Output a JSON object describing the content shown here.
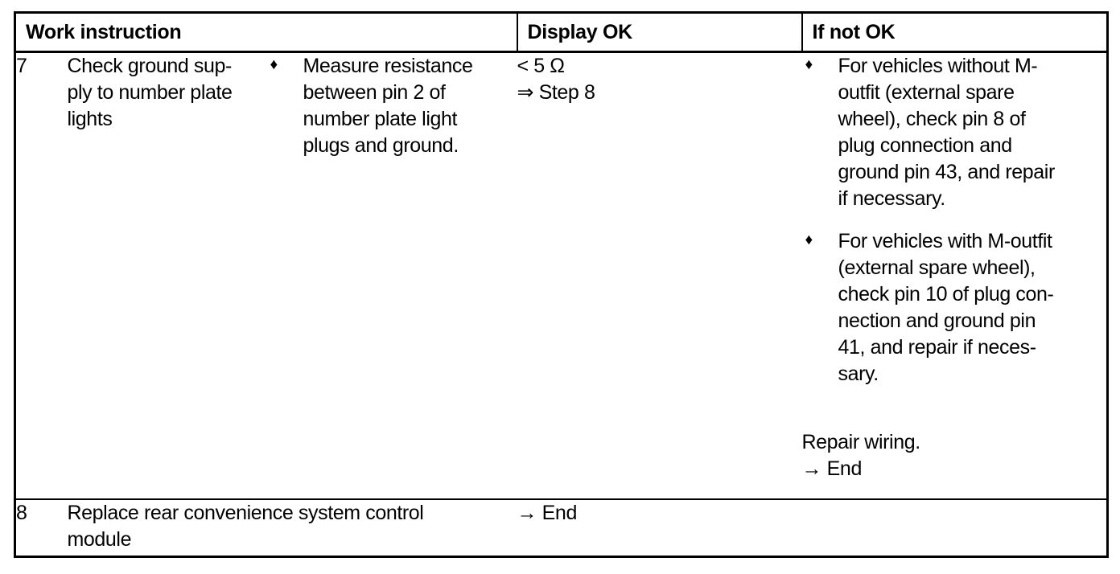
{
  "table": {
    "headers": {
      "work_instruction": "Work instruction",
      "display_ok": "Display OK",
      "if_not_ok": "If not OK"
    },
    "rows": [
      {
        "step": "7",
        "instruction": "Check ground sup-\nply to number plate\nlights",
        "detail_bullets": [
          {
            "marker": "♦",
            "text": "Measure resistance\nbetween pin 2 of\nnumber plate light\nplugs and ground."
          }
        ],
        "display_ok": "< 5 Ω\n⇒ Step 8",
        "if_not_ok_bullets": [
          {
            "marker": "♦",
            "text": "For vehicles without M-\noutfit (external spare\nwheel), check pin 8 of\nplug connection and\nground pin 43, and repair\nif necessary."
          },
          {
            "marker": "♦",
            "text": "For vehicles with M-outfit\n(external spare wheel),\ncheck pin 10 of plug con-\nnection and ground pin\n41, and repair if neces-\nsary."
          }
        ],
        "if_not_ok_tail": "Repair wiring.\n→ End"
      },
      {
        "step": "8",
        "instruction": "Replace rear convenience system control\nmodule",
        "result": "→ End"
      }
    ]
  }
}
